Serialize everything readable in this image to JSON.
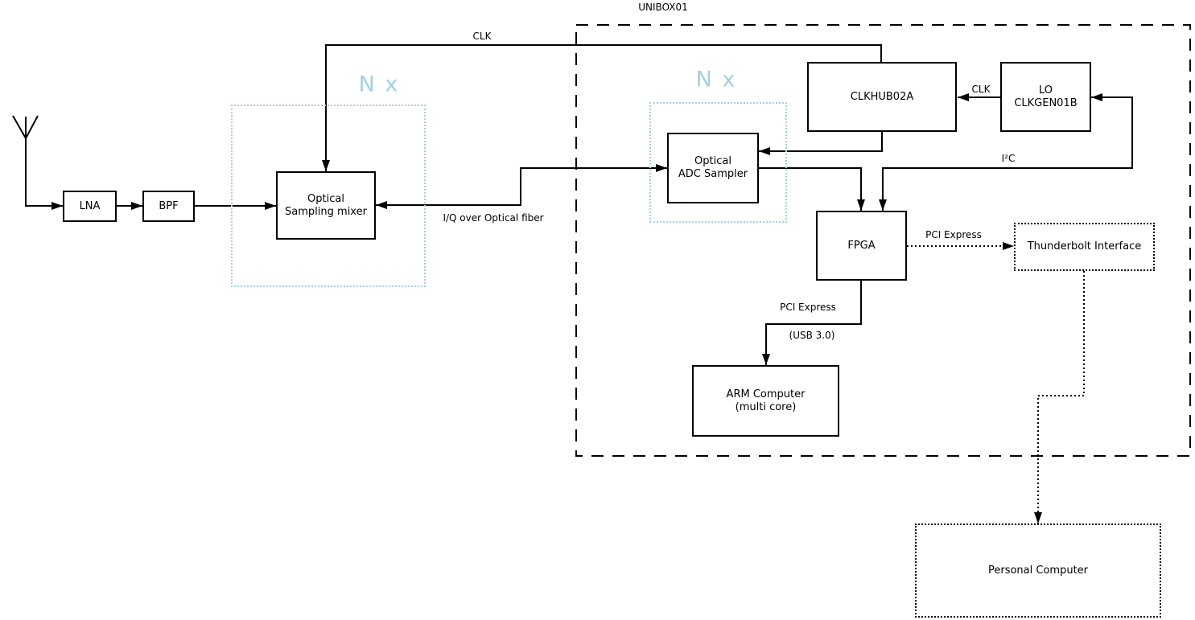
{
  "diagram": {
    "outer_group_label": "UNIBOX01",
    "replication_labels": {
      "left": "N x",
      "right": "N x"
    },
    "colors": {
      "line": "#000000",
      "replication_accent": "#a6cee3",
      "background": "#ffffff",
      "text": "#000000"
    },
    "blocks": {
      "lna": {
        "label": "LNA"
      },
      "bpf": {
        "label": "BPF"
      },
      "optical_sampling_mixer": {
        "lines": [
          "Optical",
          "Sampling mixer"
        ]
      },
      "optical_adc_sampler": {
        "lines": [
          "Optical",
          "ADC Sampler"
        ]
      },
      "clkhub": {
        "label": "CLKHUB02A"
      },
      "lo_clkgen": {
        "lines": [
          "LO",
          "CLKGEN01B"
        ]
      },
      "fpga": {
        "label": "FPGA"
      },
      "arm_computer": {
        "lines": [
          "ARM Computer",
          "(multi core)"
        ]
      },
      "thunderbolt": {
        "label": "Thunderbolt Interface"
      },
      "personal_computer": {
        "label": "Personal Computer"
      }
    },
    "connections": {
      "clk_to_mixer": "CLK",
      "clk_lo_to_hub": "CLK",
      "iq_fiber": "I/Q over Optical fiber",
      "i2c": "I²C",
      "pcie_thunderbolt": "PCI Express",
      "pcie_arm": "PCI Express",
      "pcie_arm_usb": "(USB 3.0)"
    }
  }
}
